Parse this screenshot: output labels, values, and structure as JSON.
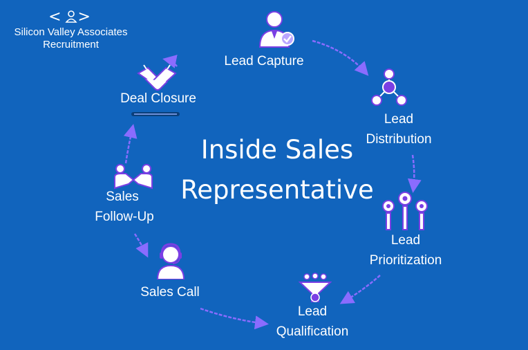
{
  "brand": {
    "name_line1": "Silicon Valley Associates",
    "name_line2": "Recruitment"
  },
  "center": {
    "line1": "Inside Sales",
    "line2": "Representative"
  },
  "stages": {
    "lead_capture": "Lead Capture",
    "lead_distribution": [
      "Lead",
      "Distribution"
    ],
    "lead_prioritization": [
      "Lead",
      "Prioritization"
    ],
    "lead_qualification": [
      "Lead",
      "Qualification"
    ],
    "sales_call": "Sales Call",
    "sales_follow_up": [
      "Sales",
      "Follow-Up"
    ],
    "deal_closure": "Deal Closure"
  },
  "icons": {
    "lead_capture": "person-check-icon",
    "lead_distribution": "network-people-icon",
    "lead_prioritization": "ranked-people-icon",
    "lead_qualification": "funnel-icon",
    "sales_call": "headset-agent-icon",
    "sales_follow_up": "handshake-people-icon",
    "deal_closure": "handshake-icon"
  },
  "colors": {
    "background": "#1164bd",
    "icon_fill": "#ffffff",
    "icon_accent": "#7b3fe4",
    "arrow": "#7b5cf0",
    "text": "#ffffff"
  }
}
